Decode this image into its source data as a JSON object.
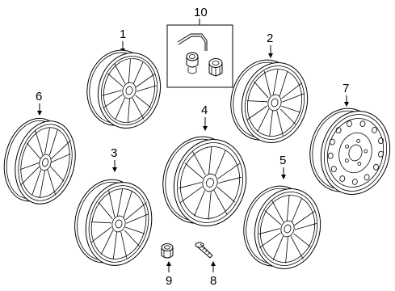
{
  "diagram": {
    "callouts": {
      "c1": "1",
      "c2": "2",
      "c3": "3",
      "c4": "4",
      "c5": "5",
      "c6": "6",
      "c7": "7",
      "c8": "8",
      "c9": "9",
      "c10": "10"
    },
    "parts": [
      {
        "callout": "1",
        "icon": "alloy-wheel-icon"
      },
      {
        "callout": "2",
        "icon": "alloy-wheel-icon"
      },
      {
        "callout": "3",
        "icon": "alloy-wheel-icon"
      },
      {
        "callout": "4",
        "icon": "alloy-wheel-icon"
      },
      {
        "callout": "5",
        "icon": "alloy-wheel-icon"
      },
      {
        "callout": "6",
        "icon": "alloy-wheel-icon"
      },
      {
        "callout": "7",
        "icon": "steel-wheel-icon"
      },
      {
        "callout": "8",
        "icon": "wheel-stud-icon"
      },
      {
        "callout": "9",
        "icon": "lug-nut-icon"
      },
      {
        "callout": "10",
        "icon": "wheel-lock-kit-icon"
      }
    ]
  }
}
